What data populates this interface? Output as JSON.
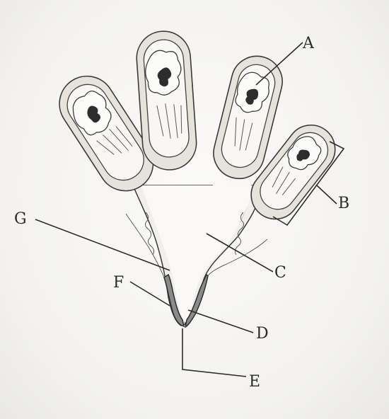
{
  "labels": {
    "a": "A",
    "b": "B",
    "c": "C",
    "d": "D",
    "e": "E",
    "f": "F",
    "g": "G"
  },
  "colors": {
    "ink": "#2a2a2a",
    "paper": "#f4f3f1",
    "wall_tissue": "#e6e3dc",
    "duct_lining": "#8a8a8a"
  }
}
